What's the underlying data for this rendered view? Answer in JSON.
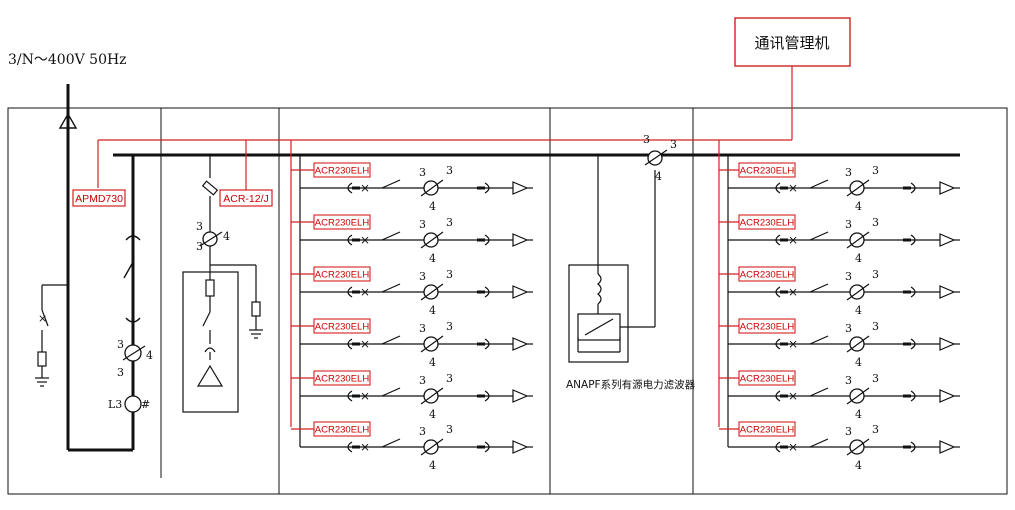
{
  "supply_label": "3/N～400V 50Hz",
  "comm_manager": {
    "label": "通讯管理机",
    "color": "#d42020"
  },
  "apmd": {
    "label": "APMD730"
  },
  "acr_cap": {
    "label": "ACR-12/J"
  },
  "meter_label": "ACR230ELH",
  "ct_labels": {
    "phases": "3",
    "wires": "4",
    "l3": "L3"
  },
  "apf_label": "ANAPF系列有源电力滤波器",
  "panels": [
    {
      "name": "incoming"
    },
    {
      "name": "capacitor"
    },
    {
      "name": "feeder-left",
      "meters": 6
    },
    {
      "name": "apf"
    },
    {
      "name": "feeder-right",
      "meters": 6
    }
  ],
  "colors": {
    "line": "#111111",
    "comm": "#d42020",
    "background": "#ffffff"
  }
}
